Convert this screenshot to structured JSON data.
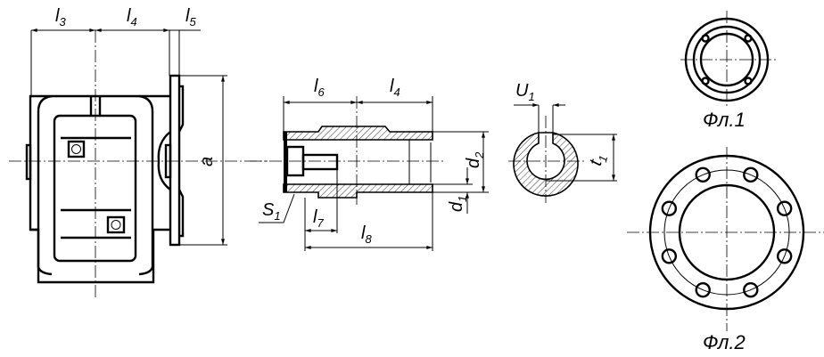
{
  "labels": {
    "l3": "l",
    "l3_sub": "3",
    "l4": "l",
    "l4_sub": "4",
    "l5": "l",
    "l5_sub": "5",
    "a": "a",
    "l6": "l",
    "l6_sub": "6",
    "l4b": "l",
    "l4b_sub": "4",
    "l7": "l",
    "l7_sub": "7",
    "l8": "l",
    "l8_sub": "8",
    "s1": "S",
    "s1_sub": "1",
    "d1": "d",
    "d1_sub": "1",
    "d2": "d",
    "d2_sub": "2",
    "u1": "U",
    "u1_sub": "1",
    "t1": "t",
    "t1_sub": "1",
    "fl1": "Фл.1",
    "fl2": "Фл.2"
  }
}
